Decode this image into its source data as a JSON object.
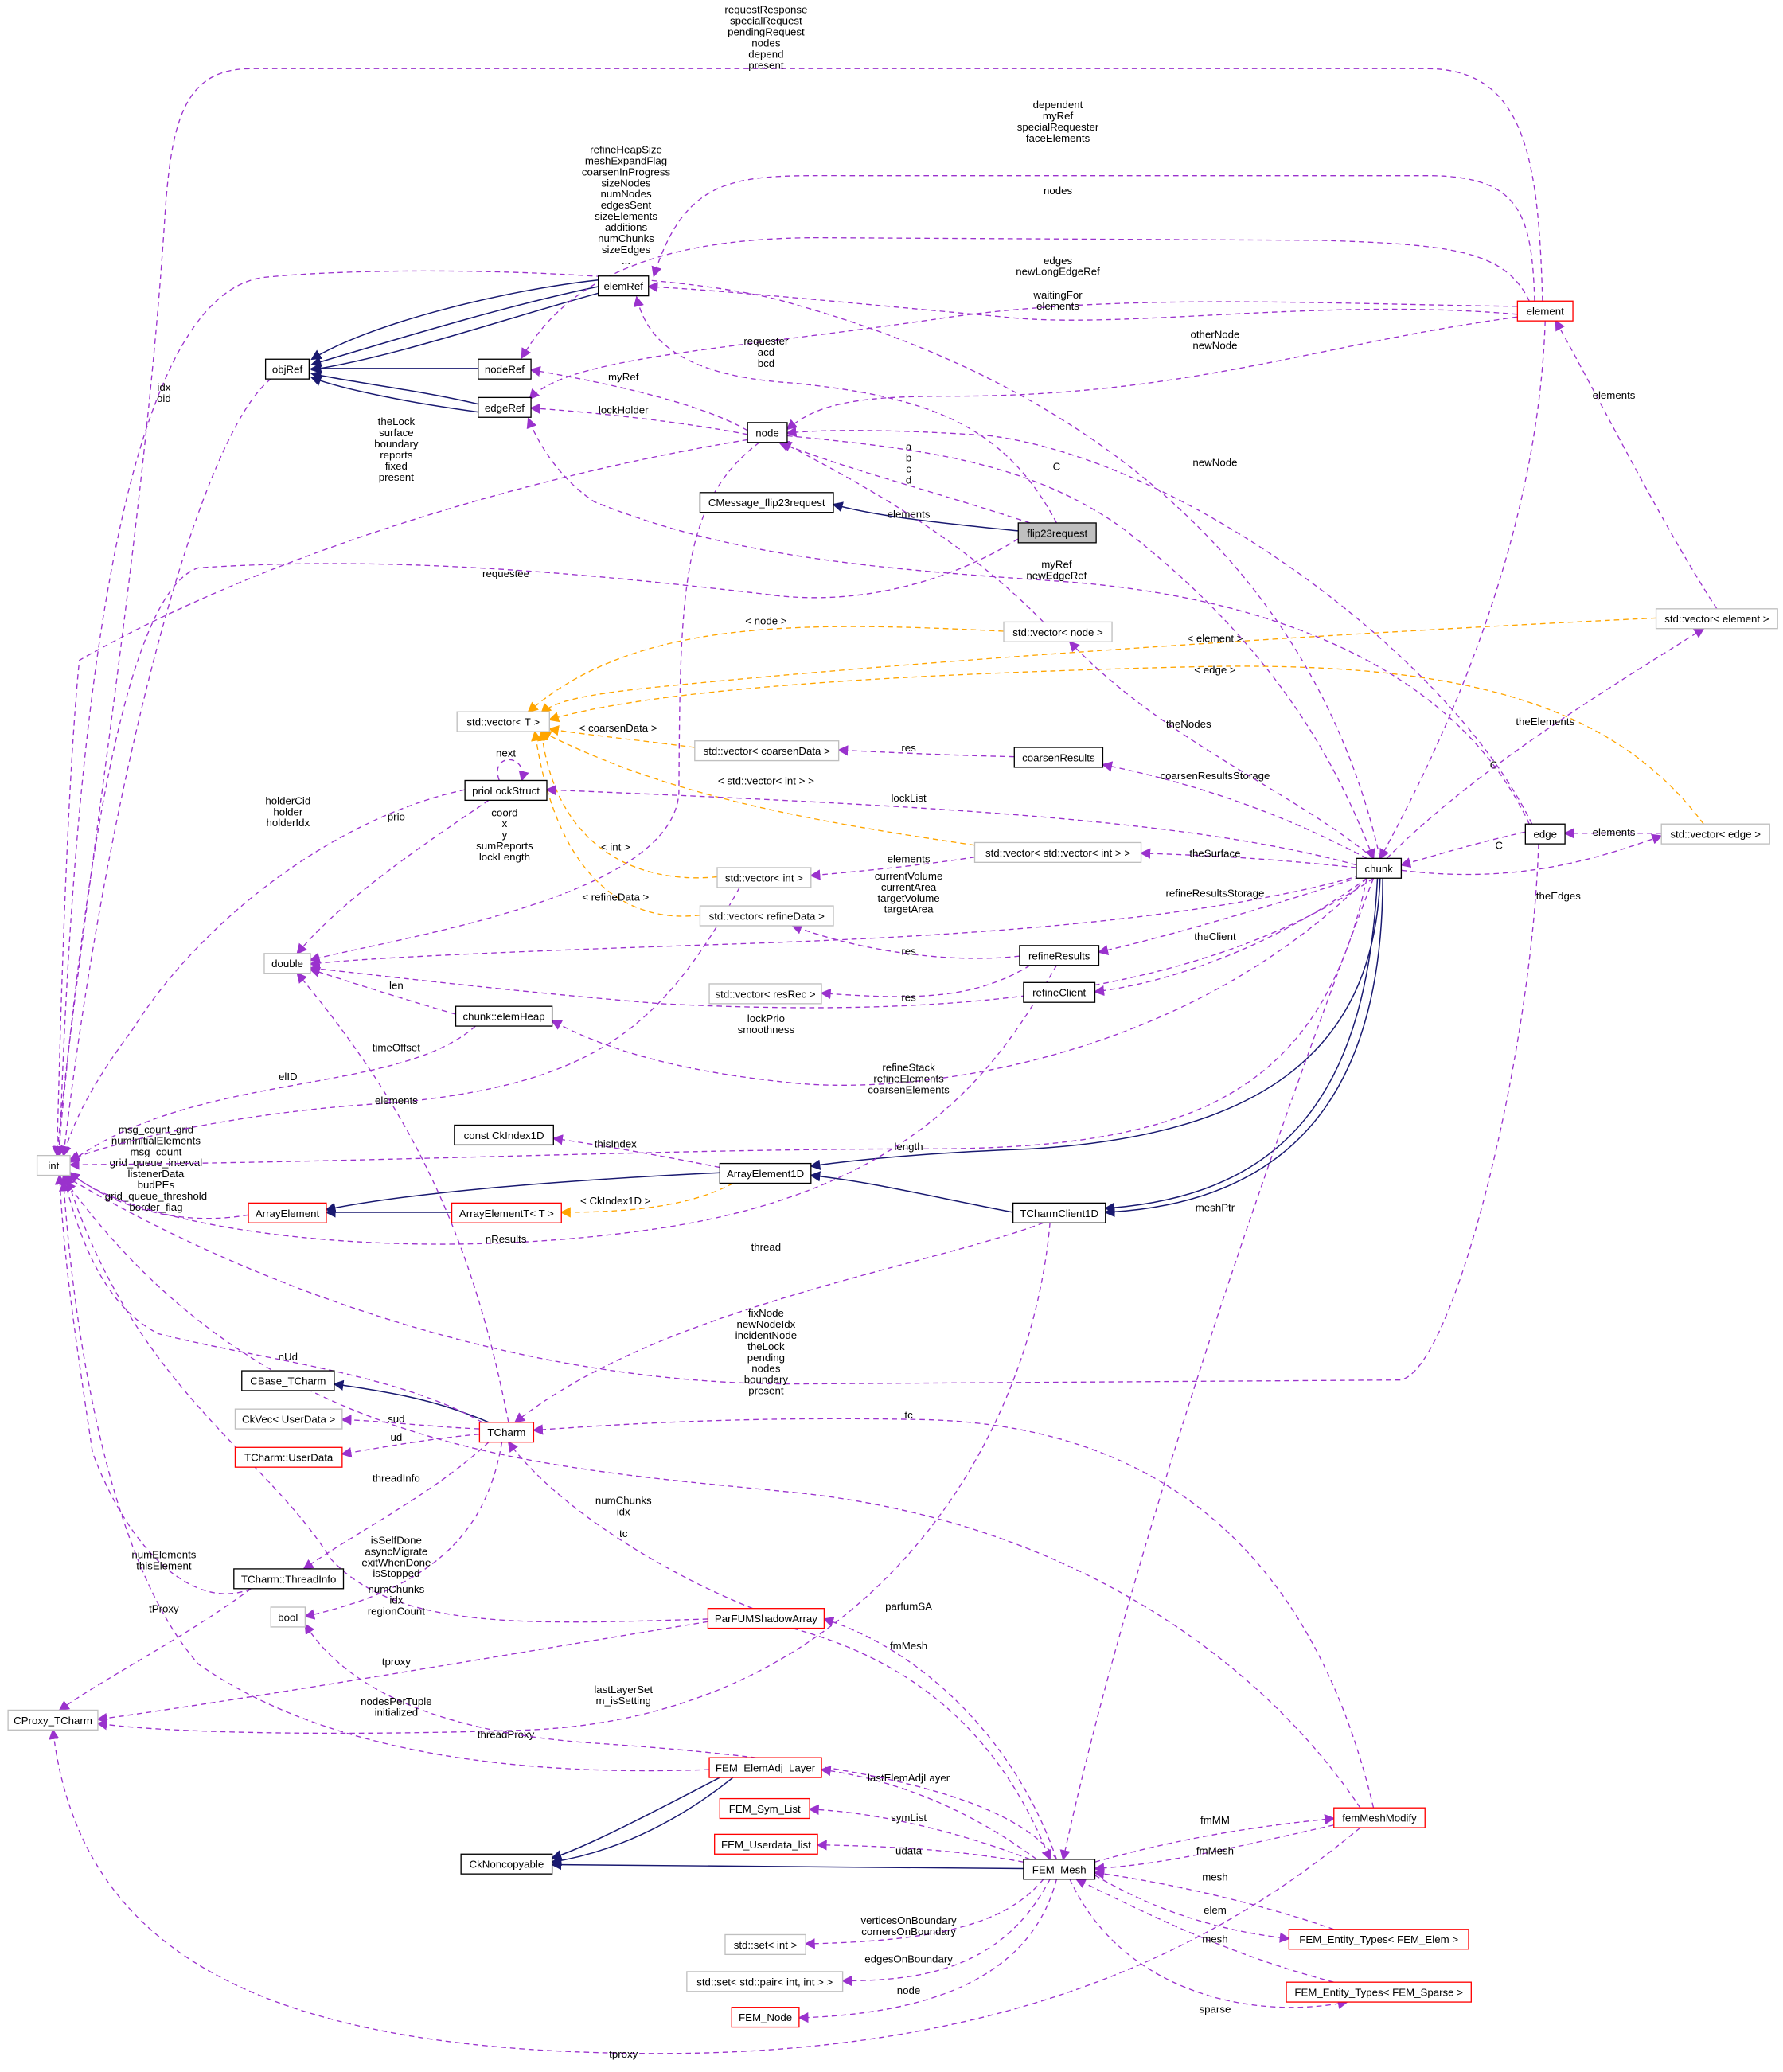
{
  "colors": {
    "member": "#9a32cd",
    "inherit": "#191970",
    "template": "#ffa500",
    "red_border": "#ff0000",
    "gray_border": "#bfbfbf",
    "focus_fill": "#bfbfbf"
  },
  "nodes": {
    "int": {
      "label": "int",
      "style": "gray"
    },
    "objRef": {
      "label": "objRef",
      "style": "normal"
    },
    "elemRef": {
      "label": "elemRef",
      "style": "normal"
    },
    "nodeRef": {
      "label": "nodeRef",
      "style": "normal"
    },
    "edgeRef": {
      "label": "edgeRef",
      "style": "normal"
    },
    "node": {
      "label": "node",
      "style": "normal"
    },
    "element": {
      "label": "element",
      "style": "red"
    },
    "cmsg": {
      "label": "CMessage_flip23request",
      "style": "normal"
    },
    "flip": {
      "label": "flip23request",
      "style": "focus"
    },
    "vnode": {
      "label": "std::vector< node >",
      "style": "gray"
    },
    "velement": {
      "label": "std::vector< element >",
      "style": "gray"
    },
    "vT": {
      "label": "std::vector< T >",
      "style": "gray"
    },
    "vcoarsen": {
      "label": "std::vector< coarsenData >",
      "style": "gray"
    },
    "coarsenResults": {
      "label": "coarsenResults",
      "style": "normal"
    },
    "prio": {
      "label": "prioLockStruct",
      "style": "normal"
    },
    "edge": {
      "label": "edge",
      "style": "normal"
    },
    "vedge": {
      "label": "std::vector< edge >",
      "style": "gray"
    },
    "chunk": {
      "label": "chunk",
      "style": "normal"
    },
    "vvint": {
      "label": "std::vector< std::vector< int > >",
      "style": "gray"
    },
    "vint": {
      "label": "std::vector< int >",
      "style": "gray"
    },
    "vrefine": {
      "label": "std::vector< refineData >",
      "style": "gray"
    },
    "double": {
      "label": "double",
      "style": "gray"
    },
    "refineResults": {
      "label": "refineResults",
      "style": "normal"
    },
    "refineClient": {
      "label": "refineClient",
      "style": "normal"
    },
    "vresrec": {
      "label": "std::vector< resRec >",
      "style": "gray"
    },
    "elemHeap": {
      "label": "chunk::elemHeap",
      "style": "normal"
    },
    "ckindex": {
      "label": "const CkIndex1D",
      "style": "normal"
    },
    "ae1d": {
      "label": "ArrayElement1D",
      "style": "normal"
    },
    "ae": {
      "label": "ArrayElement",
      "style": "red"
    },
    "aeT": {
      "label": "ArrayElementT< T >",
      "style": "red"
    },
    "tcc1d": {
      "label": "TCharmClient1D",
      "style": "normal"
    },
    "cbase": {
      "label": "CBase_TCharm",
      "style": "normal"
    },
    "ckvec": {
      "label": "CkVec< UserData >",
      "style": "gray"
    },
    "tcharm": {
      "label": "TCharm",
      "style": "red"
    },
    "userdata": {
      "label": "TCharm::UserData",
      "style": "red"
    },
    "threadinfo": {
      "label": "TCharm::ThreadInfo",
      "style": "normal"
    },
    "bool": {
      "label": "bool",
      "style": "gray"
    },
    "parfum": {
      "label": "ParFUMShadowArray",
      "style": "red"
    },
    "cproxy": {
      "label": "CProxy_TCharm",
      "style": "gray"
    },
    "elemadj": {
      "label": "FEM_ElemAdj_Layer",
      "style": "red"
    },
    "symlist": {
      "label": "FEM_Sym_List",
      "style": "red"
    },
    "userdatalist": {
      "label": "FEM_Userdata_list",
      "style": "red"
    },
    "noncopy": {
      "label": "CkNoncopyable",
      "style": "normal"
    },
    "femmesh": {
      "label": "FEM_Mesh",
      "style": "normal"
    },
    "femmodify": {
      "label": "femMeshModify",
      "style": "red"
    },
    "setint": {
      "label": "std::set< int >",
      "style": "gray"
    },
    "setpair": {
      "label": "std::set< std::pair< int, int > >",
      "style": "gray"
    },
    "femnode": {
      "label": "FEM_Node",
      "style": "red"
    },
    "entelem": {
      "label": "FEM_Entity_Types< FEM_Elem >",
      "style": "red"
    },
    "entsparse": {
      "label": "FEM_Entity_Types< FEM_Sparse >",
      "style": "red"
    }
  },
  "edges": [
    {
      "kind": "inherit",
      "label": []
    },
    {
      "kind": "inherit",
      "label": []
    },
    {
      "kind": "inherit",
      "label": []
    },
    {
      "kind": "inherit",
      "label": []
    },
    {
      "kind": "inherit",
      "label": []
    },
    {
      "kind": "inherit",
      "label": []
    },
    {
      "kind": "member",
      "label": [
        "requestResponse",
        "specialRequest",
        "pendingRequest",
        "nodes",
        "depend",
        "present"
      ]
    },
    {
      "kind": "member",
      "label": [
        "dependent",
        "myRef",
        "specialRequester",
        "faceElements"
      ]
    },
    {
      "kind": "member",
      "label": [
        "nodes"
      ]
    },
    {
      "kind": "member",
      "label": [
        "edges",
        "newLongEdgeRef"
      ]
    },
    {
      "kind": "member",
      "label": [
        "waitingFor",
        "elements"
      ]
    },
    {
      "kind": "member",
      "label": [
        "otherNode",
        "newNode"
      ]
    },
    {
      "kind": "member",
      "label": [
        "C"
      ]
    },
    {
      "kind": "member",
      "label": [
        "elements"
      ]
    },
    {
      "kind": "member",
      "label": [
        "myRef"
      ]
    },
    {
      "kind": "member",
      "label": [
        "lockHolder"
      ]
    },
    {
      "kind": "member",
      "label": [
        "theLock",
        "surface",
        "boundary",
        "reports",
        "fixed",
        "present"
      ]
    },
    {
      "kind": "member",
      "label": [
        "coord",
        "x",
        "y",
        "sumReports",
        "lockLength"
      ]
    },
    {
      "kind": "inherit",
      "label": []
    },
    {
      "kind": "member",
      "label": [
        "a",
        "b",
        "c",
        "d"
      ]
    },
    {
      "kind": "member",
      "label": [
        "requester",
        "acd",
        "bcd"
      ]
    },
    {
      "kind": "member",
      "label": [
        "requestee"
      ]
    },
    {
      "kind": "member",
      "label": [
        "elements"
      ]
    },
    {
      "kind": "template",
      "label": [
        "< node >"
      ]
    },
    {
      "kind": "template",
      "label": [
        "< element >"
      ]
    },
    {
      "kind": "template",
      "label": [
        "< edge >"
      ]
    },
    {
      "kind": "template",
      "label": [
        "< coarsenData >"
      ]
    },
    {
      "kind": "template",
      "label": [
        "< std::vector< int > >"
      ]
    },
    {
      "kind": "template",
      "label": [
        "< int >"
      ]
    },
    {
      "kind": "template",
      "label": [
        "< refineData >"
      ]
    },
    {
      "kind": "member",
      "label": [
        "next"
      ]
    },
    {
      "kind": "member",
      "label": [
        "holderCid",
        "holder",
        "holderIdx"
      ]
    },
    {
      "kind": "member",
      "label": [
        "prio"
      ]
    },
    {
      "kind": "member",
      "label": [
        "res"
      ]
    },
    {
      "kind": "member",
      "label": [
        "coarsenResultsStorage"
      ]
    },
    {
      "kind": "member",
      "label": [
        "lockList"
      ]
    },
    {
      "kind": "member",
      "label": [
        "theSurface"
      ]
    },
    {
      "kind": "member",
      "label": [
        "theNodes"
      ]
    },
    {
      "kind": "member",
      "label": [
        "theElements"
      ]
    },
    {
      "kind": "member",
      "label": [
        "theEdges"
      ]
    },
    {
      "kind": "member",
      "label": [
        "refineResultsStorage"
      ]
    },
    {
      "kind": "member",
      "label": [
        "theClient"
      ]
    },
    {
      "kind": "member",
      "label": [
        "currentVolume",
        "currentArea",
        "targetVolume",
        "targetArea"
      ]
    },
    {
      "kind": "member",
      "label": [
        "refineStack",
        "refineElements",
        "coarsenElements"
      ]
    },
    {
      "kind": "member",
      "label": [
        "lockPrio",
        "smoothness"
      ]
    },
    {
      "kind": "member",
      "label": [
        "refineHeapSize",
        "meshExpandFlag",
        "coarsenInProgress",
        "sizeNodes",
        "numNodes",
        "edgesSent",
        "sizeElements",
        "additions",
        "numChunks",
        "sizeEdges",
        "..."
      ]
    },
    {
      "kind": "inherit",
      "label": []
    },
    {
      "kind": "inherit",
      "label": []
    },
    {
      "kind": "inherit",
      "label": []
    },
    {
      "kind": "member",
      "label": [
        "C"
      ]
    },
    {
      "kind": "member",
      "label": [
        "elements"
      ]
    },
    {
      "kind": "member",
      "label": [
        "newNode"
      ]
    },
    {
      "kind": "member",
      "label": [
        "myRef",
        "newEdgeRef"
      ]
    },
    {
      "kind": "member",
      "label": [
        "fixNode",
        "newNodeIdx",
        "incidentNode",
        "theLock",
        "pending",
        "nodes",
        "boundary",
        "present"
      ]
    },
    {
      "kind": "member",
      "label": [
        "res"
      ]
    },
    {
      "kind": "member",
      "label": [
        "res"
      ]
    },
    {
      "kind": "member",
      "label": [
        "elements"
      ]
    },
    {
      "kind": "member",
      "label": [
        "len"
      ]
    },
    {
      "kind": "member",
      "label": [
        "elID"
      ]
    },
    {
      "kind": "inherit",
      "label": []
    },
    {
      "kind": "member",
      "label": [
        "thisIndex"
      ]
    },
    {
      "kind": "template",
      "label": [
        "< CkIndex1D >"
      ]
    },
    {
      "kind": "inherit",
      "label": []
    },
    {
      "kind": "member",
      "label": [
        "msg_count_grid",
        "numInitialElements",
        "msg_count",
        "grid_queue_interval",
        "listenerData",
        "budPEs",
        "grid_queue_threshold",
        "border_flag"
      ]
    },
    {
      "kind": "inherit",
      "label": []
    },
    {
      "kind": "member",
      "label": [
        "thread"
      ]
    },
    {
      "kind": "member",
      "label": [
        "threadProxy"
      ]
    },
    {
      "kind": "member",
      "label": [
        "length"
      ]
    },
    {
      "kind": "member",
      "label": [
        "nResults"
      ]
    },
    {
      "kind": "member",
      "label": [
        "elements"
      ]
    },
    {
      "kind": "inherit",
      "label": []
    },
    {
      "kind": "member",
      "label": [
        "sud"
      ]
    },
    {
      "kind": "member",
      "label": [
        "ud"
      ]
    },
    {
      "kind": "member",
      "label": [
        "threadInfo"
      ]
    },
    {
      "kind": "member",
      "label": [
        "isSelfDone",
        "asyncMigrate",
        "exitWhenDone",
        "isStopped"
      ]
    },
    {
      "kind": "member",
      "label": [
        "nUd"
      ]
    },
    {
      "kind": "member",
      "label": [
        "timeOffset"
      ]
    },
    {
      "kind": "member",
      "label": [
        "numElements",
        "thisElement"
      ]
    },
    {
      "kind": "member",
      "label": [
        "tProxy"
      ]
    },
    {
      "kind": "member",
      "label": [
        "tc"
      ]
    },
    {
      "kind": "member",
      "label": [
        "tproxy"
      ]
    },
    {
      "kind": "member",
      "label": [
        "numChunks",
        "idx",
        "regionCount"
      ]
    },
    {
      "kind": "member",
      "label": [
        "tc"
      ]
    },
    {
      "kind": "member",
      "label": [
        "numChunks",
        "idx"
      ]
    },
    {
      "kind": "member",
      "label": [
        "tproxy"
      ]
    },
    {
      "kind": "member",
      "label": [
        "parfumSA"
      ]
    },
    {
      "kind": "member",
      "label": [
        "fmMesh"
      ]
    },
    {
      "kind": "member",
      "label": [
        "fmMM"
      ]
    },
    {
      "kind": "member",
      "label": [
        "fmMesh"
      ]
    },
    {
      "kind": "member",
      "label": [
        "lastElemAdjLayer"
      ]
    },
    {
      "kind": "member",
      "label": [
        "symList"
      ]
    },
    {
      "kind": "member",
      "label": [
        "udata"
      ]
    },
    {
      "kind": "inherit",
      "label": []
    },
    {
      "kind": "inherit",
      "label": []
    },
    {
      "kind": "inherit",
      "label": []
    },
    {
      "kind": "member",
      "label": [
        "verticesOnBoundary",
        "cornersOnBoundary"
      ]
    },
    {
      "kind": "member",
      "label": [
        "edgesOnBoundary"
      ]
    },
    {
      "kind": "member",
      "label": [
        "node"
      ]
    },
    {
      "kind": "member",
      "label": [
        "elem"
      ]
    },
    {
      "kind": "member",
      "label": [
        "mesh"
      ]
    },
    {
      "kind": "member",
      "label": [
        "sparse"
      ]
    },
    {
      "kind": "member",
      "label": [
        "mesh"
      ]
    },
    {
      "kind": "member",
      "label": [
        "lastLayerSet",
        "m_isSetting"
      ]
    },
    {
      "kind": "member",
      "label": [
        "nodesPerTuple",
        "initialized"
      ]
    },
    {
      "kind": "member",
      "label": [
        "meshPtr"
      ]
    },
    {
      "kind": "member",
      "label": [
        "idx",
        "oid"
      ]
    },
    {
      "kind": "member",
      "label": [
        "C"
      ]
    }
  ]
}
